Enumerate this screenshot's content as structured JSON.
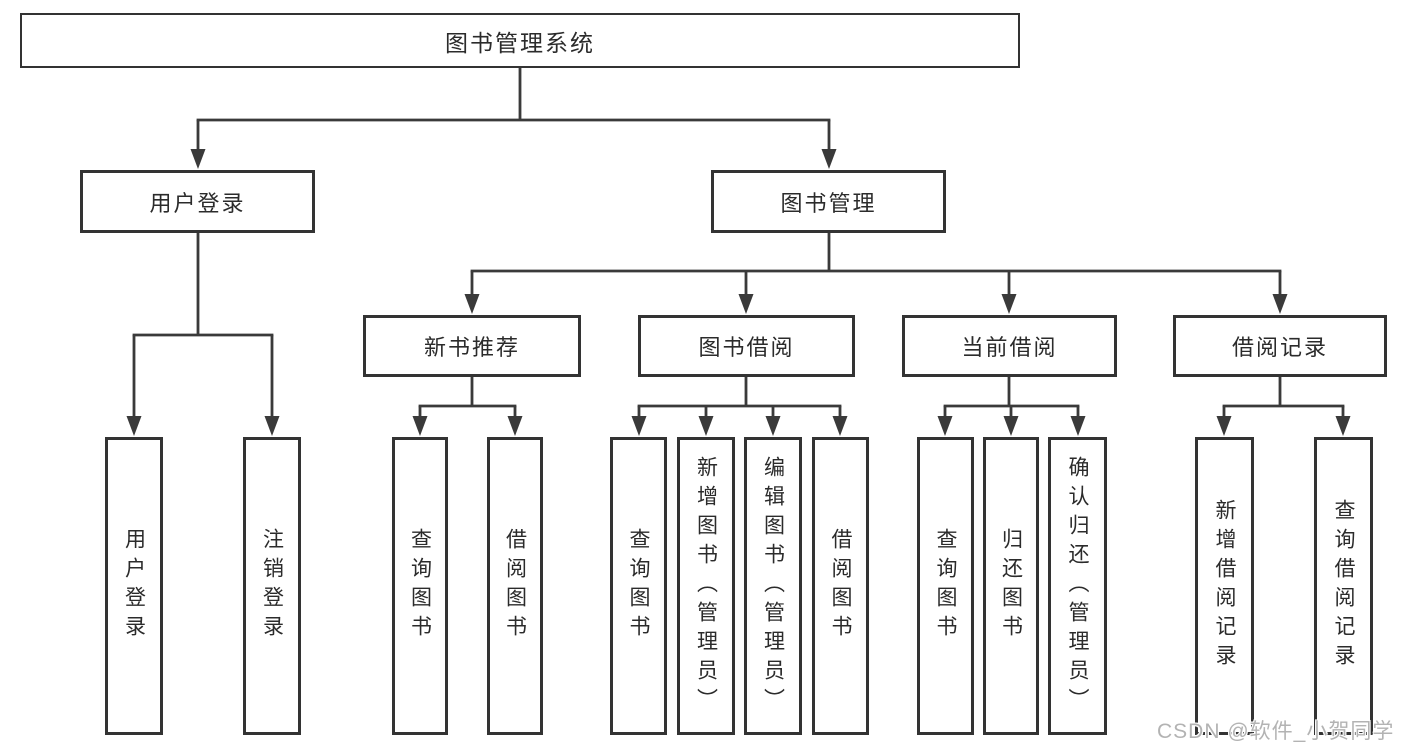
{
  "title": "图书管理系统",
  "tree": {
    "root": "图书管理系统",
    "user_login": {
      "label": "用户登录",
      "leaves": [
        "用户登录",
        "注销登录"
      ]
    },
    "book_mgmt": {
      "label": "图书管理",
      "sections": [
        {
          "label": "新书推荐",
          "leaves": [
            "查询图书",
            "借阅图书"
          ]
        },
        {
          "label": "图书借阅",
          "leaves": [
            "查询图书",
            "新增图书（管理员）",
            "编辑图书（管理员）",
            "借阅图书"
          ]
        },
        {
          "label": "当前借阅",
          "leaves": [
            "查询图书",
            "归还图书",
            "确认归还（管理员）"
          ]
        },
        {
          "label": "借阅记录",
          "leaves": [
            "新增借阅记录",
            "查询借阅记录"
          ]
        }
      ]
    }
  },
  "watermark": "CSDN @软件_小贺同学",
  "colors": {
    "line": "#3a3a3a",
    "box_border": "#333333",
    "text": "#2b2b2b",
    "watermark": "#b3b3b3",
    "background": "#ffffff"
  }
}
